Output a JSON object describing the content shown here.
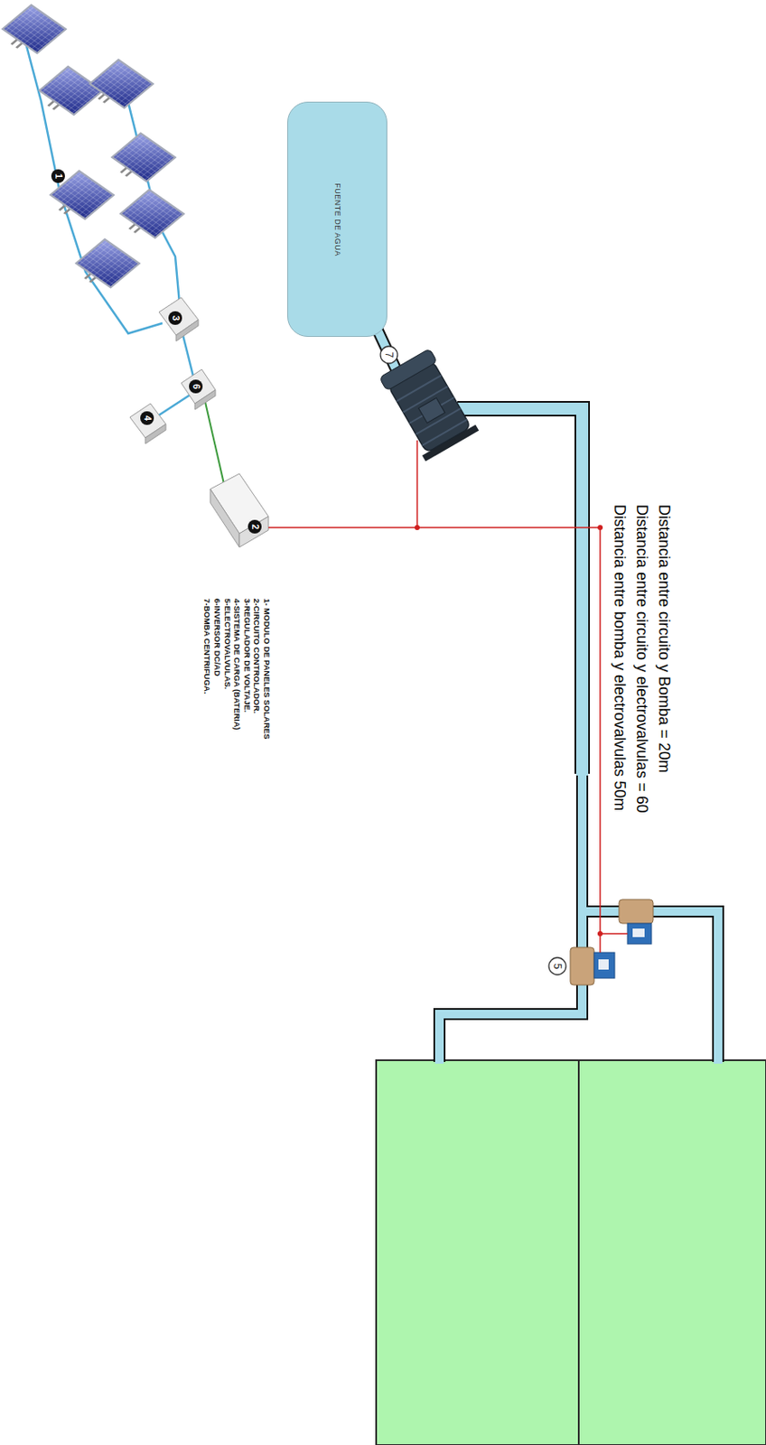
{
  "diagram": {
    "nodes": [
      {
        "text": [
          "FUENTE DE AGUA"
        ]
      }
    ],
    "labels": [
      "1",
      "3",
      "6",
      "4",
      "2",
      "7",
      "5",
      "Distancia entre circuito y Bomba = 20m",
      "Distancia entre circuito y electrovalvulas = 60",
      "Distancia entre bomba y electrovalvulas 50m",
      "1- MODULO DE PANELES SOLARES",
      "2-CIRCUITO CONTROLADOR.",
      "3-REGULADOR DE VOLTAJE.",
      "4-SISTEMA DE CARGA (BATERIA)",
      "5-ELECTROVALVULAS.",
      "6-INVERSOR DC/AD",
      "7-BOMBA CENTRIFUGA."
    ]
  }
}
